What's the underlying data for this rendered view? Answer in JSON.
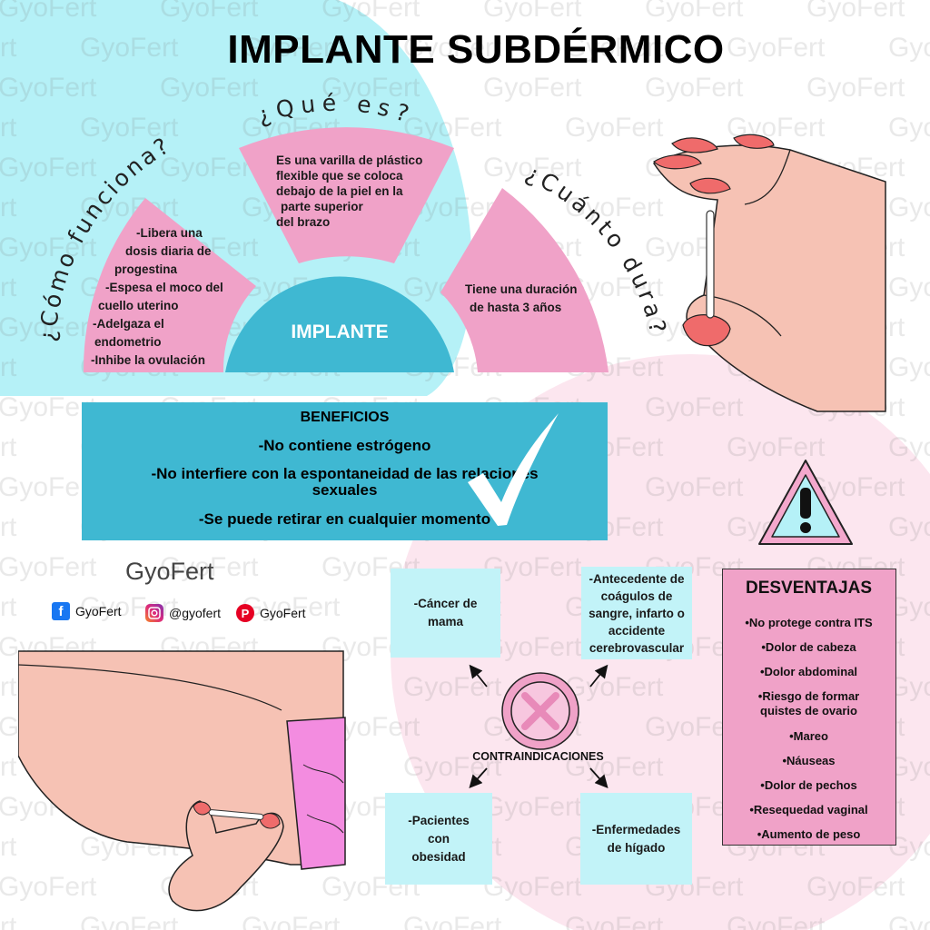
{
  "brand": {
    "watermark": "GyoFert",
    "logo_text": "GyoFert"
  },
  "title": "IMPLANTE SUBDÉRMICO",
  "diagram": {
    "center_label": "IMPLANTE",
    "arc_que_es": "¿Qué es?",
    "arc_como_funciona": "¿Cómo funciona?",
    "arc_cuanto_dura": "¿Cuánto dura?",
    "que_es_lines": [
      "Es una varilla de plástico",
      "flexible que se coloca",
      "debajo de la piel en la",
      "parte superior",
      "del brazo"
    ],
    "como_funciona_lines": [
      "-Libera una",
      "dosis diaria de",
      "progestina",
      "-Espesa el moco del",
      "cuello uterino",
      "-Adelgaza el",
      "endometrio",
      "-Inhibe la ovulación"
    ],
    "cuanto_dura_lines": [
      "Tiene una duración",
      "de hasta 3 años"
    ]
  },
  "benefits": {
    "heading": "BENEFICIOS",
    "items": [
      "-No contiene estrógeno",
      "-No interfiere con la espontaneidad de las relaciones",
      "sexuales",
      "-Se puede retirar en cualquier momento"
    ]
  },
  "social": {
    "facebook": "GyoFert",
    "instagram": "@gyofert",
    "pinterest": "GyoFert"
  },
  "contraindications": {
    "label": "CONTRAINDICACIONES",
    "top_left": [
      "-Cáncer de",
      "mama"
    ],
    "top_right": [
      "-Antecedente de",
      "coágulos de",
      "sangre, infarto o",
      "accidente",
      "cerebrovascular"
    ],
    "bottom_left": [
      "-Pacientes",
      "con",
      "obesidad"
    ],
    "bottom_right": [
      "-Enfermedades",
      "de hígado"
    ]
  },
  "disadvantages": {
    "heading": "DESVENTAJAS",
    "items": [
      "•No protege contra ITS",
      "•Dolor de cabeza",
      "•Dolor abdominal",
      "•Riesgo de formar",
      "quistes de ovario",
      "•Mareo",
      "•Náuseas",
      "•Dolor de pechos",
      "•Resequedad vaginal",
      "•Aumento de peso"
    ]
  },
  "colors": {
    "cyan_bg": "#b5f1f7",
    "pink_bg": "#fce6ef",
    "segment_pink": "#f0a2c8",
    "implant_blue": "#3fb8d2",
    "skin": "#f6c2b4",
    "nail": "#ef6b6b",
    "desv_pink": "#f0a2c8",
    "contra_box": "#c2f3f8"
  },
  "icons": {
    "checkmark": "checkmark-icon",
    "warning": "warning-triangle-icon",
    "contra": "cross-circle-icon",
    "facebook": "facebook-icon",
    "instagram": "instagram-icon",
    "pinterest": "pinterest-icon"
  }
}
